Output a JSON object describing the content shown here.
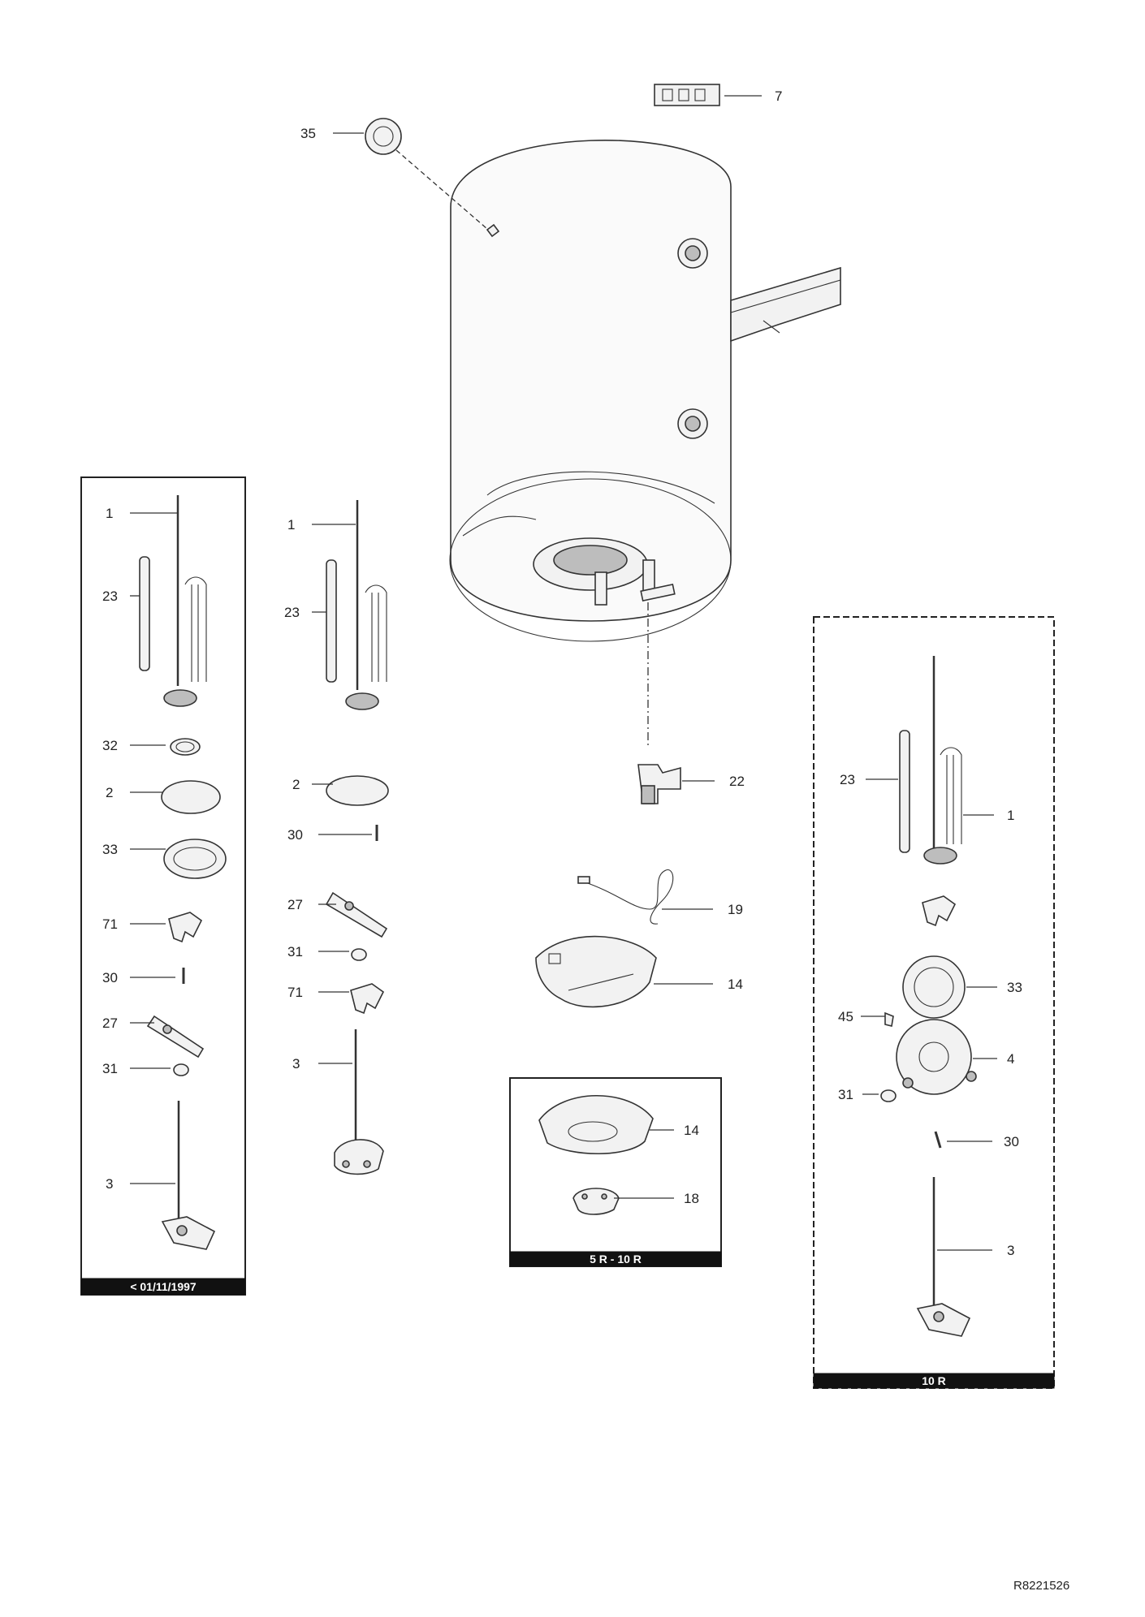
{
  "reference_code": "R8221526",
  "tank_callouts": [
    "35",
    "7",
    "22",
    "19",
    "14"
  ],
  "boxes": {
    "left": {
      "footer": "< 01/11/1997",
      "callouts": [
        "1",
        "23",
        "32",
        "2",
        "33",
        "71",
        "30",
        "27",
        "31",
        "3"
      ]
    },
    "middle": {
      "callouts": [
        "1",
        "23",
        "2",
        "30",
        "27",
        "31",
        "71",
        "3"
      ]
    },
    "center": {
      "footer": "5 R - 10 R",
      "callouts": [
        "14",
        "18"
      ]
    },
    "right": {
      "footer": "10 R",
      "callouts": [
        "23",
        "1",
        "33",
        "45",
        "4",
        "31",
        "30",
        "3"
      ]
    }
  }
}
